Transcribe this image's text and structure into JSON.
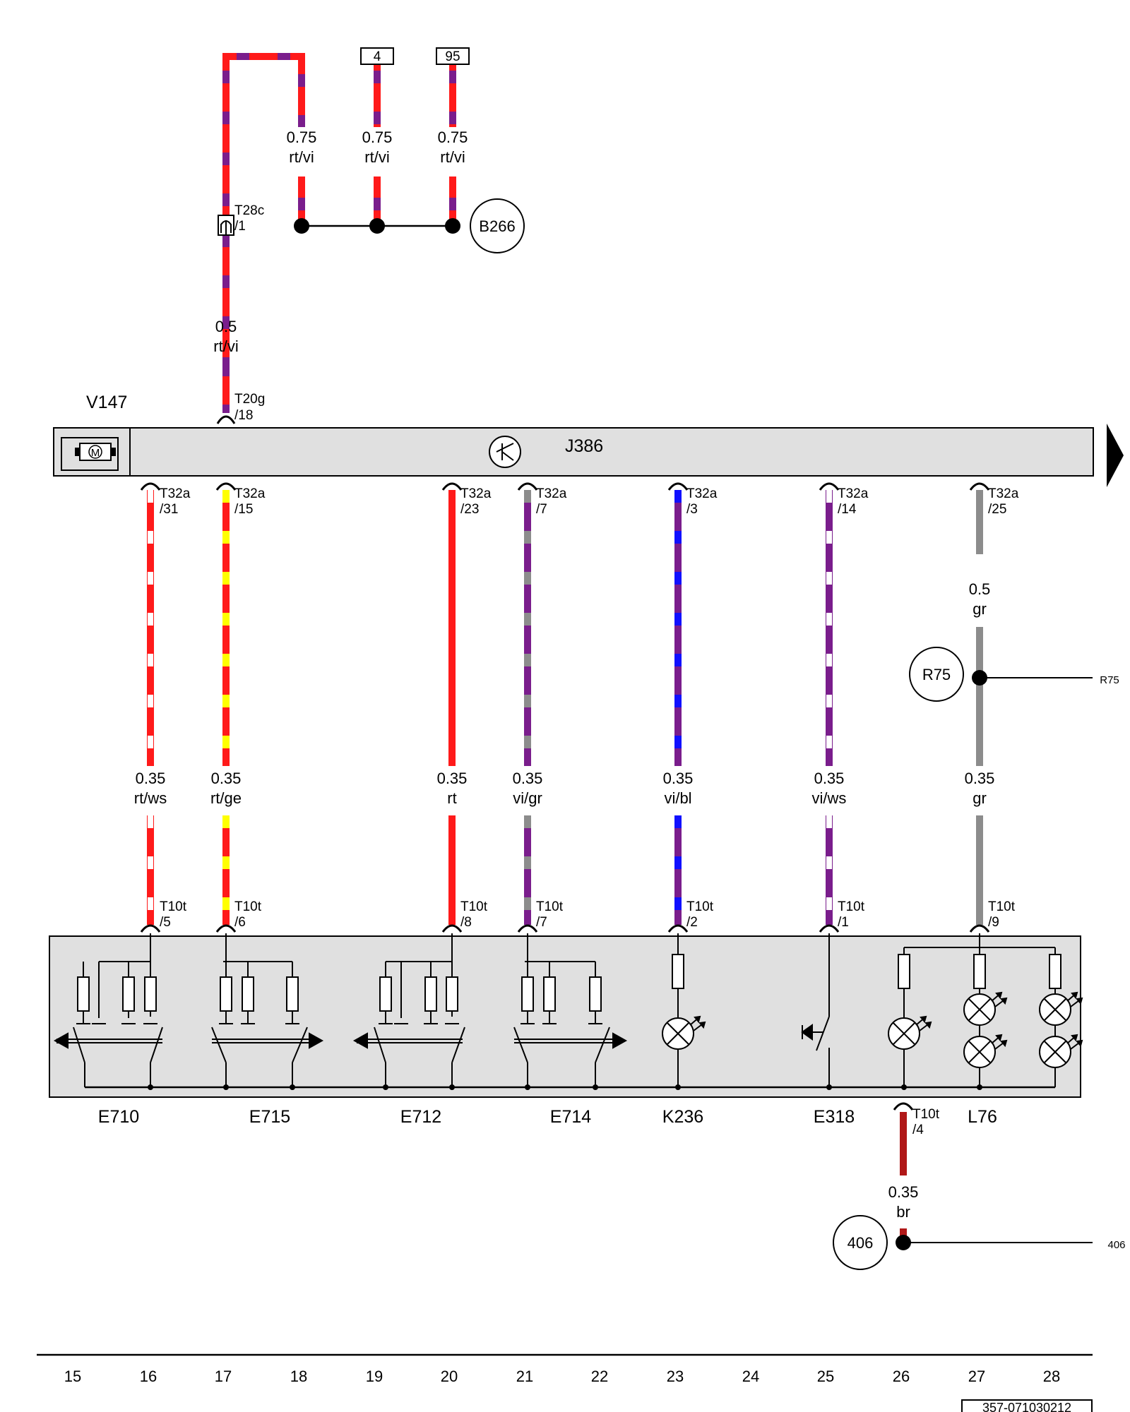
{
  "title_id": "357-071030212",
  "colors": {
    "rt": "#ff1a1a",
    "vi": "#7a1d8c",
    "ws": "#ffffff",
    "ge": "#ffff00",
    "gr": "#8c8c8c",
    "bl": "#1010ff",
    "br": "#b01818",
    "panel": "#e0e0e0"
  },
  "feed": {
    "t28c": {
      "connector": "T28c",
      "pin": "/1"
    },
    "t20g": {
      "connector": "T20g",
      "pin": "/18"
    },
    "wire_05": {
      "size": "0.5",
      "color": "rt/vi"
    },
    "branches": [
      {
        "size": "0.75",
        "color": "rt/vi",
        "ref": ""
      },
      {
        "size": "0.75",
        "color": "rt/vi",
        "ref": "4"
      },
      {
        "size": "0.75",
        "color": "rt/vi",
        "ref": "95"
      }
    ],
    "connection": "B266"
  },
  "module": {
    "name": "J386",
    "motor_name": "V147",
    "motor_symbol": "M"
  },
  "wires": [
    {
      "top_conn": "T32a",
      "top_pin": "/31",
      "size": "0.35",
      "color": "rt/ws",
      "bot_conn": "T10t",
      "bot_pin": "/5"
    },
    {
      "top_conn": "T32a",
      "top_pin": "/15",
      "size": "0.35",
      "color": "rt/ge",
      "bot_conn": "T10t",
      "bot_pin": "/6"
    },
    {
      "top_conn": "T32a",
      "top_pin": "/23",
      "size": "0.35",
      "color": "rt",
      "bot_conn": "T10t",
      "bot_pin": "/8"
    },
    {
      "top_conn": "T32a",
      "top_pin": "/7",
      "size": "0.35",
      "color": "vi/gr",
      "bot_conn": "T10t",
      "bot_pin": "/7"
    },
    {
      "top_conn": "T32a",
      "top_pin": "/3",
      "size": "0.35",
      "color": "vi/bl",
      "bot_conn": "T10t",
      "bot_pin": "/2"
    },
    {
      "top_conn": "T32a",
      "top_pin": "/14",
      "size": "0.35",
      "color": "vi/ws",
      "bot_conn": "T10t",
      "bot_pin": "/1"
    },
    {
      "top_conn": "T32a",
      "top_pin": "/25",
      "size": "0.35",
      "color": "gr",
      "bot_conn": "T10t",
      "bot_pin": "/9"
    }
  ],
  "gr_upper": {
    "size": "0.5",
    "color": "gr"
  },
  "r75": {
    "label": "R75",
    "ref": "R75"
  },
  "components": [
    "E710",
    "E715",
    "E712",
    "E714",
    "K236",
    "E318",
    "L76"
  ],
  "ground": {
    "connector": "T10t",
    "pin": "/4",
    "size": "0.35",
    "color": "br",
    "label": "406",
    "ref": "406"
  },
  "columns": [
    "15",
    "16",
    "17",
    "18",
    "19",
    "20",
    "21",
    "22",
    "23",
    "24",
    "25",
    "26",
    "27",
    "28"
  ]
}
